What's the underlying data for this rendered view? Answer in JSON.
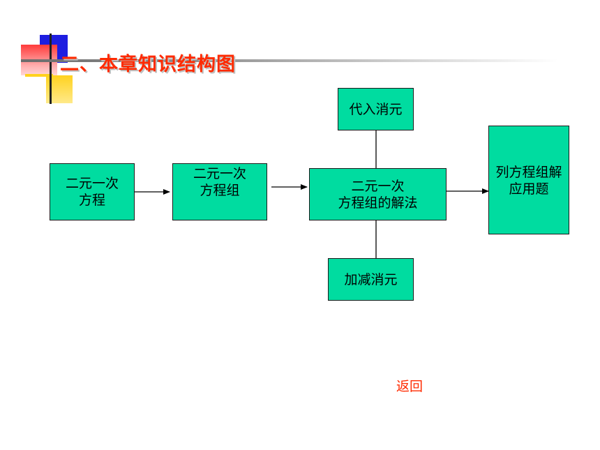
{
  "slide": {
    "title": "二、本章知识结构图",
    "back_link": "返回"
  },
  "diagram": {
    "nodes": {
      "linear_equation": {
        "line1": "二元一次",
        "line2": "方程"
      },
      "equation_system": {
        "line1": "二元一次",
        "line2": "方程组"
      },
      "solution_methods": {
        "line1": "二元一次",
        "line2": "方程组的解法"
      },
      "substitution": {
        "line1": "代入消元"
      },
      "addition_elimination": {
        "line1": "加减消元"
      },
      "applications": {
        "line1": "列方程组解",
        "line2": "应用题"
      }
    }
  },
  "colors": {
    "box_fill": "#00dca0",
    "title_red": "#ff2a00",
    "deco_blue": "#1e1ee0",
    "deco_red": "#ff3030",
    "deco_yellow": "#ffd21e"
  }
}
